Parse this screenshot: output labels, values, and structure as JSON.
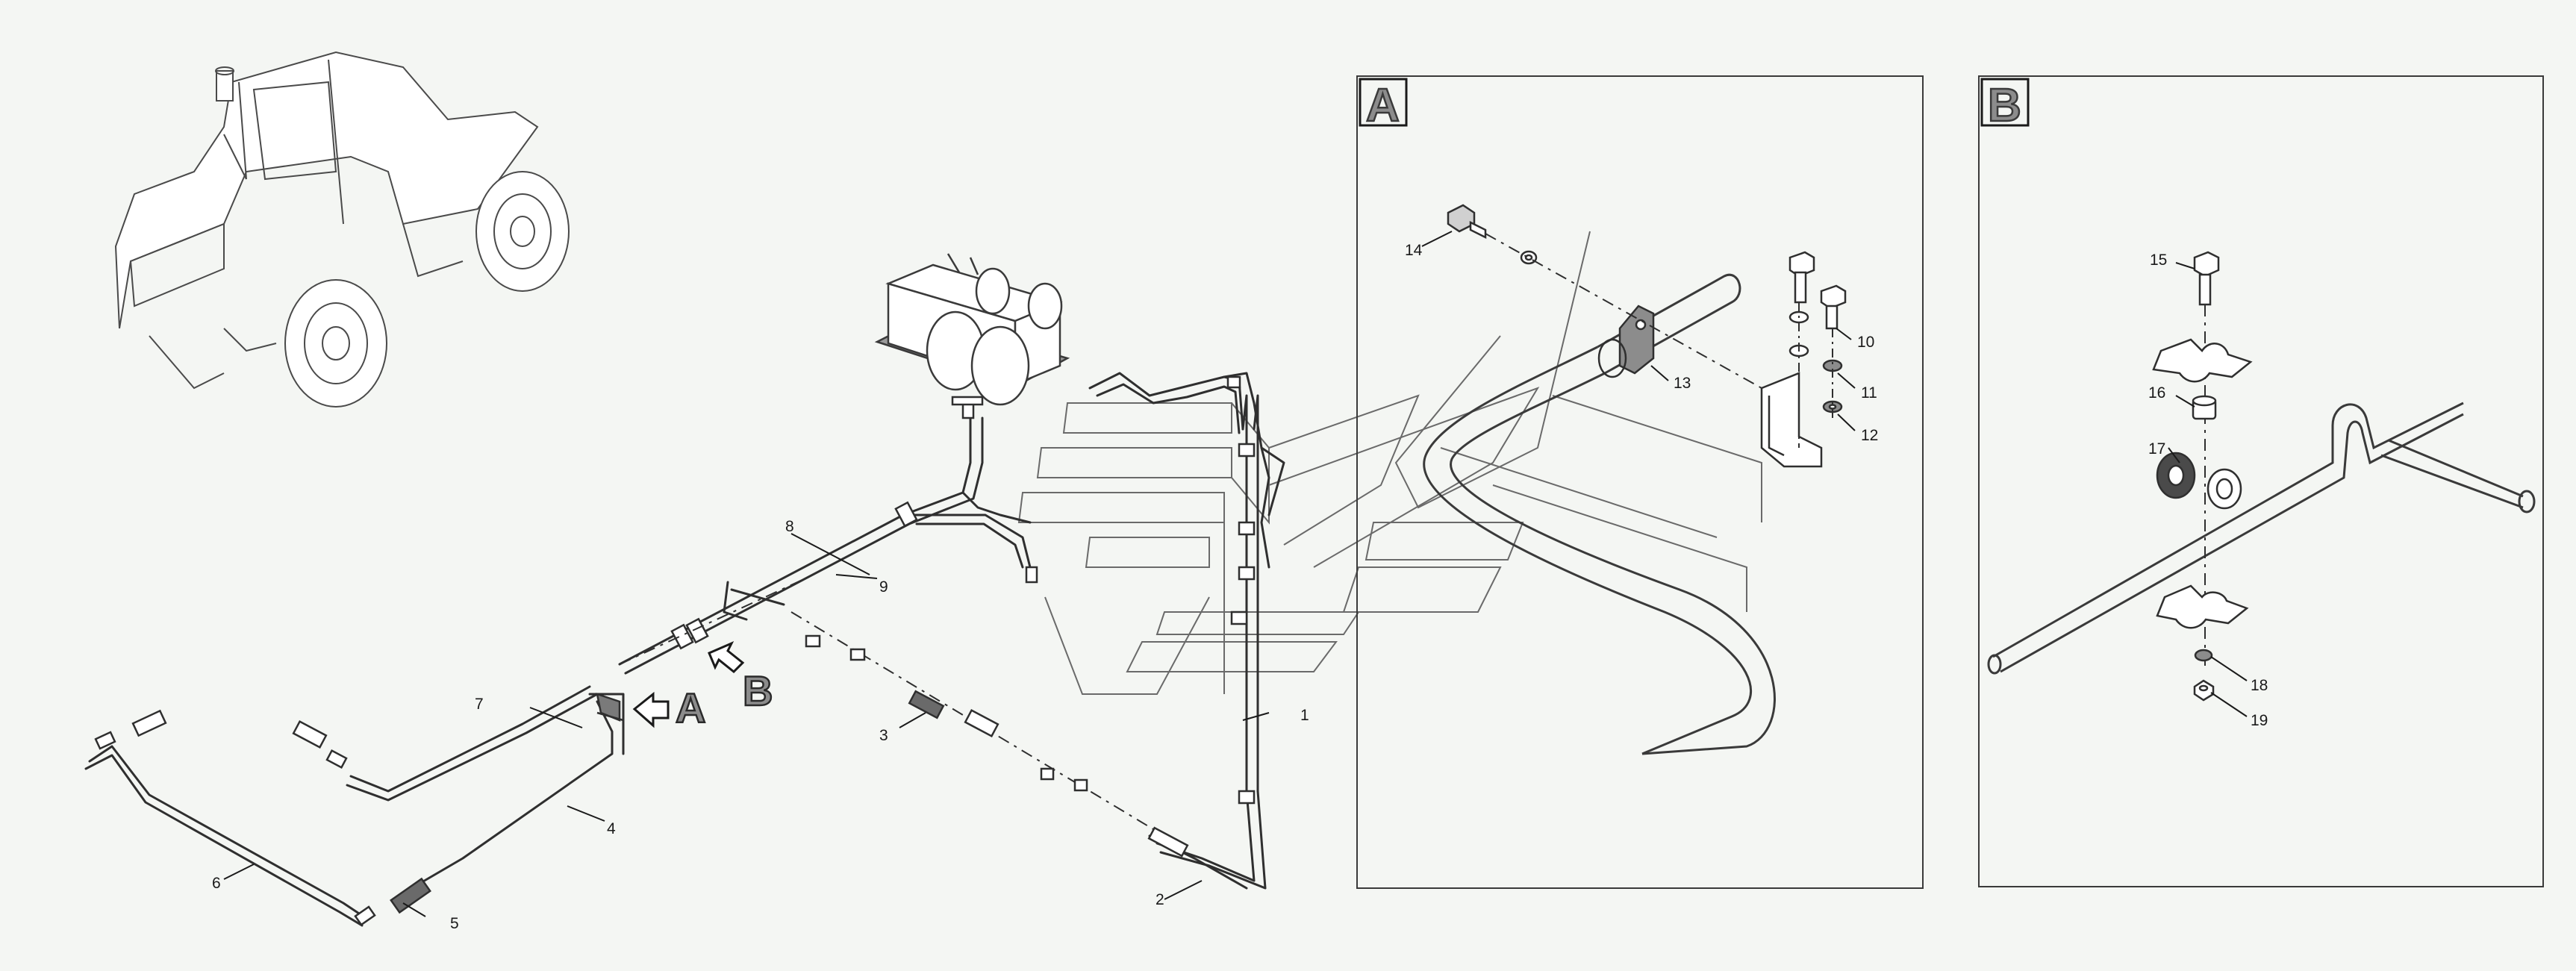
{
  "detail_a": {
    "label": "A"
  },
  "detail_b": {
    "label": "B"
  },
  "view_markers": {
    "a": "A",
    "b": "B"
  },
  "callouts": {
    "c1": "1",
    "c2": "2",
    "c3": "3",
    "c4": "4",
    "c5": "5",
    "c6": "6",
    "c7": "7",
    "c8": "8",
    "c9": "9",
    "c10": "10",
    "c11": "11",
    "c12": "12",
    "c13": "13",
    "c14": "14",
    "c15": "15",
    "c16": "16",
    "c17": "17",
    "c18": "18",
    "c19": "19"
  },
  "colors": {
    "background": "#f4f6f3",
    "line": "#3a3a3a",
    "part_fill": "#ffffff",
    "shade": "#8c8c8c"
  }
}
